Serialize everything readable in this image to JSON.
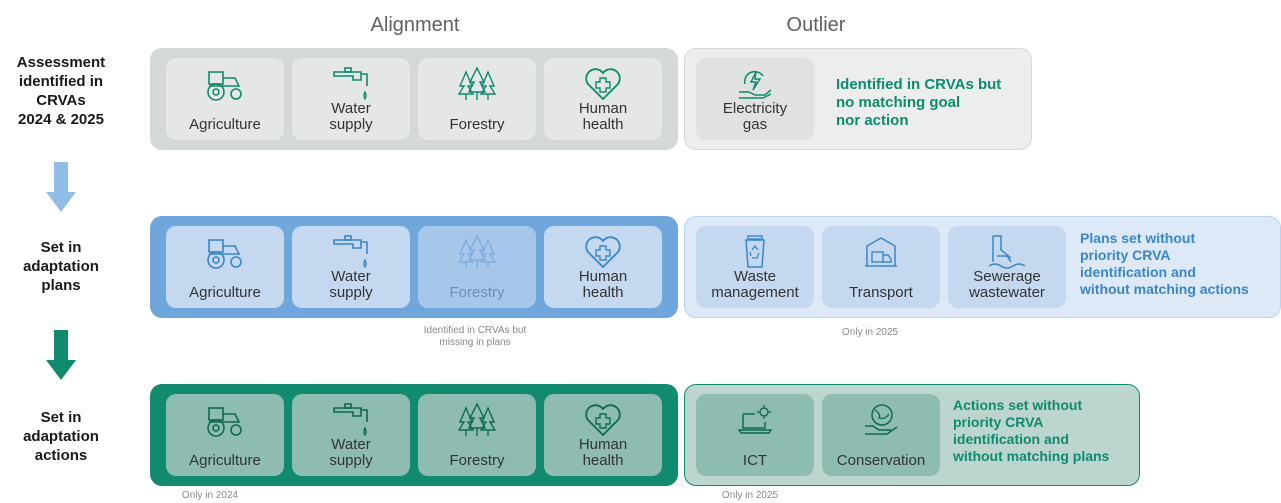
{
  "headers": {
    "alignment": "Alignment",
    "outlier": "Outlier"
  },
  "row1": {
    "label_lines": [
      "Assessment",
      "identified in",
      "CRVAs",
      "2024 & 2025"
    ],
    "tiles": [
      {
        "icon": "tractor-icon",
        "label": "Agriculture"
      },
      {
        "icon": "water-tap-icon",
        "label": "Water supply"
      },
      {
        "icon": "trees-icon",
        "label": "Forestry"
      },
      {
        "icon": "heart-cross-icon",
        "label": "Human health"
      }
    ],
    "outlier_tile": {
      "icon": "electricity-icon",
      "label": "Electricity gas"
    },
    "note_lines": [
      "Identified in CRVAs but",
      "no matching goal",
      "nor action"
    ]
  },
  "row2": {
    "label_lines": [
      "Set in",
      "adaptation",
      "plans"
    ],
    "tiles": [
      {
        "icon": "tractor-icon",
        "label": "Agriculture"
      },
      {
        "icon": "water-tap-icon",
        "label": "Water supply"
      },
      {
        "icon": "trees-icon",
        "label": "Forestry"
      },
      {
        "icon": "heart-cross-icon",
        "label": "Human health"
      }
    ],
    "outlier_tiles": [
      {
        "icon": "recycle-bin-icon",
        "label": "Waste management"
      },
      {
        "icon": "truck-garage-icon",
        "label": "Transport"
      },
      {
        "icon": "sewer-pipe-icon",
        "label": "Sewerage wastewater"
      }
    ],
    "note_lines": [
      "Plans set without",
      "priority CRVA",
      "identification and",
      "without matching actions"
    ],
    "foot_left": [
      "Identified in CRVAs but",
      "missing in plans"
    ],
    "foot_right": "Only in 2025"
  },
  "row3": {
    "label_lines": [
      "Set in",
      "adaptation",
      "actions"
    ],
    "tiles": [
      {
        "icon": "tractor-icon",
        "label": "Agriculture"
      },
      {
        "icon": "water-tap-icon",
        "label": "Water supply"
      },
      {
        "icon": "trees-icon",
        "label": "Forestry"
      },
      {
        "icon": "heart-cross-icon",
        "label": "Human health"
      }
    ],
    "outlier_tiles": [
      {
        "icon": "laptop-gear-icon",
        "label": "ICT"
      },
      {
        "icon": "globe-hand-icon",
        "label": "Conservation"
      }
    ],
    "note_lines": [
      "Actions set without",
      "priority CRVA",
      "identification and",
      "without matching plans"
    ],
    "foot_left": "Only in 2024",
    "foot_right": "Only in 2025"
  },
  "colors": {
    "row1_left": "#d5d9d6",
    "row1_right": "#eceeed",
    "row1_tile": "#e4e7e5",
    "row1_note": "#0e8a6e",
    "row2_left": "#6fa6dc",
    "row2_right": "#dde9f6",
    "row2_tile": "#c4d9f0",
    "row2_note": "#3a86c8",
    "row3_left": "#128a6e",
    "row3_right": "#bcd6cf",
    "row3_tile": "#8fbcb1",
    "row3_note": "#0e8a6e",
    "arrow_blue": "#8fbde8",
    "arrow_green": "#128a6e"
  }
}
